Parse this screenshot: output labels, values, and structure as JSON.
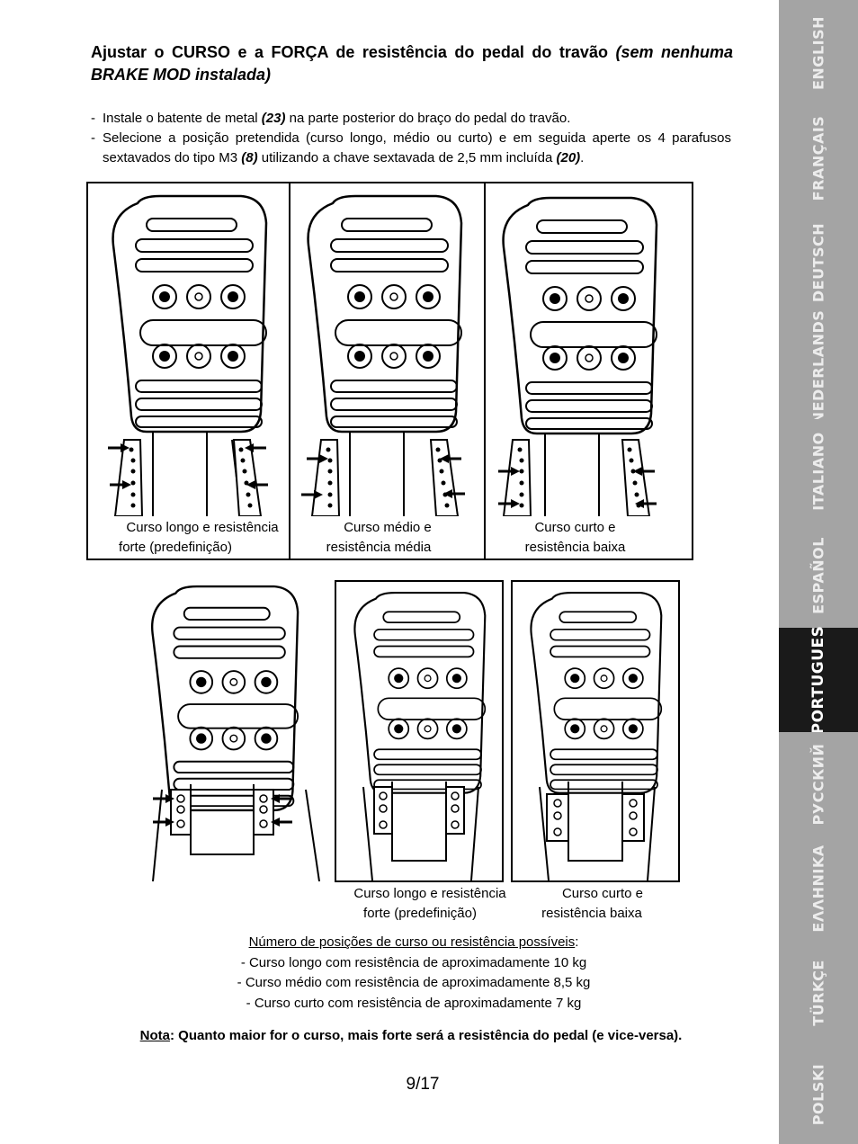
{
  "heading": {
    "main": "Ajustar o CURSO e a FORÇA de resistência do pedal do travão",
    "italic": "(sem nenhuma BRAKE MOD instalada)"
  },
  "instructions": [
    {
      "dash": "-",
      "before": "Instale o batente de metal ",
      "ref": "(23)",
      "after": " na parte posterior do braço do pedal do travão."
    },
    {
      "dash": "-",
      "before": "Selecione a posição pretendida (curso longo, médio ou curto) e em seguida aperte os 4 parafusos sextavados do tipo M3 ",
      "ref": "(8)",
      "middle": " utilizando a chave sextavada de 2,5 mm incluída ",
      "ref2": "(20)",
      "after": "."
    }
  ],
  "captions_top": [
    {
      "line1": "Curso longo e resistência",
      "line2": "forte (predefinição)"
    },
    {
      "line1": "Curso médio e",
      "line2": "resistência média"
    },
    {
      "line1": "Curso curto e",
      "line2": "resistência baixa"
    }
  ],
  "captions_bottom": [
    {
      "line1": "Curso longo e resistência",
      "line2": "forte (predefinição)"
    },
    {
      "line1": "Curso curto e",
      "line2": "resistência baixa"
    }
  ],
  "positions": {
    "title": "Número de posições de curso ou resistência possíveis",
    "colon": ":",
    "items": [
      "- Curso longo com resistência de aproximadamente 10 kg",
      "- Curso médio com resistência de aproximadamente 8,5 kg",
      "- Curso curto com resistência de aproximadamente 7 kg"
    ]
  },
  "note": {
    "label": "Nota",
    "text": ": Quanto maior for o curso, mais forte será a resistência do pedal (e vice-versa)."
  },
  "page_number": "9/17",
  "language_tabs": [
    {
      "label": "ENGLISH",
      "active": false
    },
    {
      "label": "FRANÇAIS",
      "active": false
    },
    {
      "label": "DEUTSCH",
      "active": false
    },
    {
      "label": "NEDERLANDS",
      "active": false
    },
    {
      "label": "ITALIANO",
      "active": false
    },
    {
      "label": "ESPAÑOL",
      "active": false
    },
    {
      "label": "PORTUGUES",
      "active": true
    },
    {
      "label": "РУССКИЙ",
      "active": false
    },
    {
      "label": "ΕΛΛΗΝΙΚΑ",
      "active": false
    },
    {
      "label": "TÜRKÇE",
      "active": false
    },
    {
      "label": "POLSKI",
      "active": false
    }
  ],
  "colors": {
    "tab_inactive": "#a4a4a4",
    "tab_active": "#1a1a1a",
    "tab_text": "#ffffff"
  }
}
